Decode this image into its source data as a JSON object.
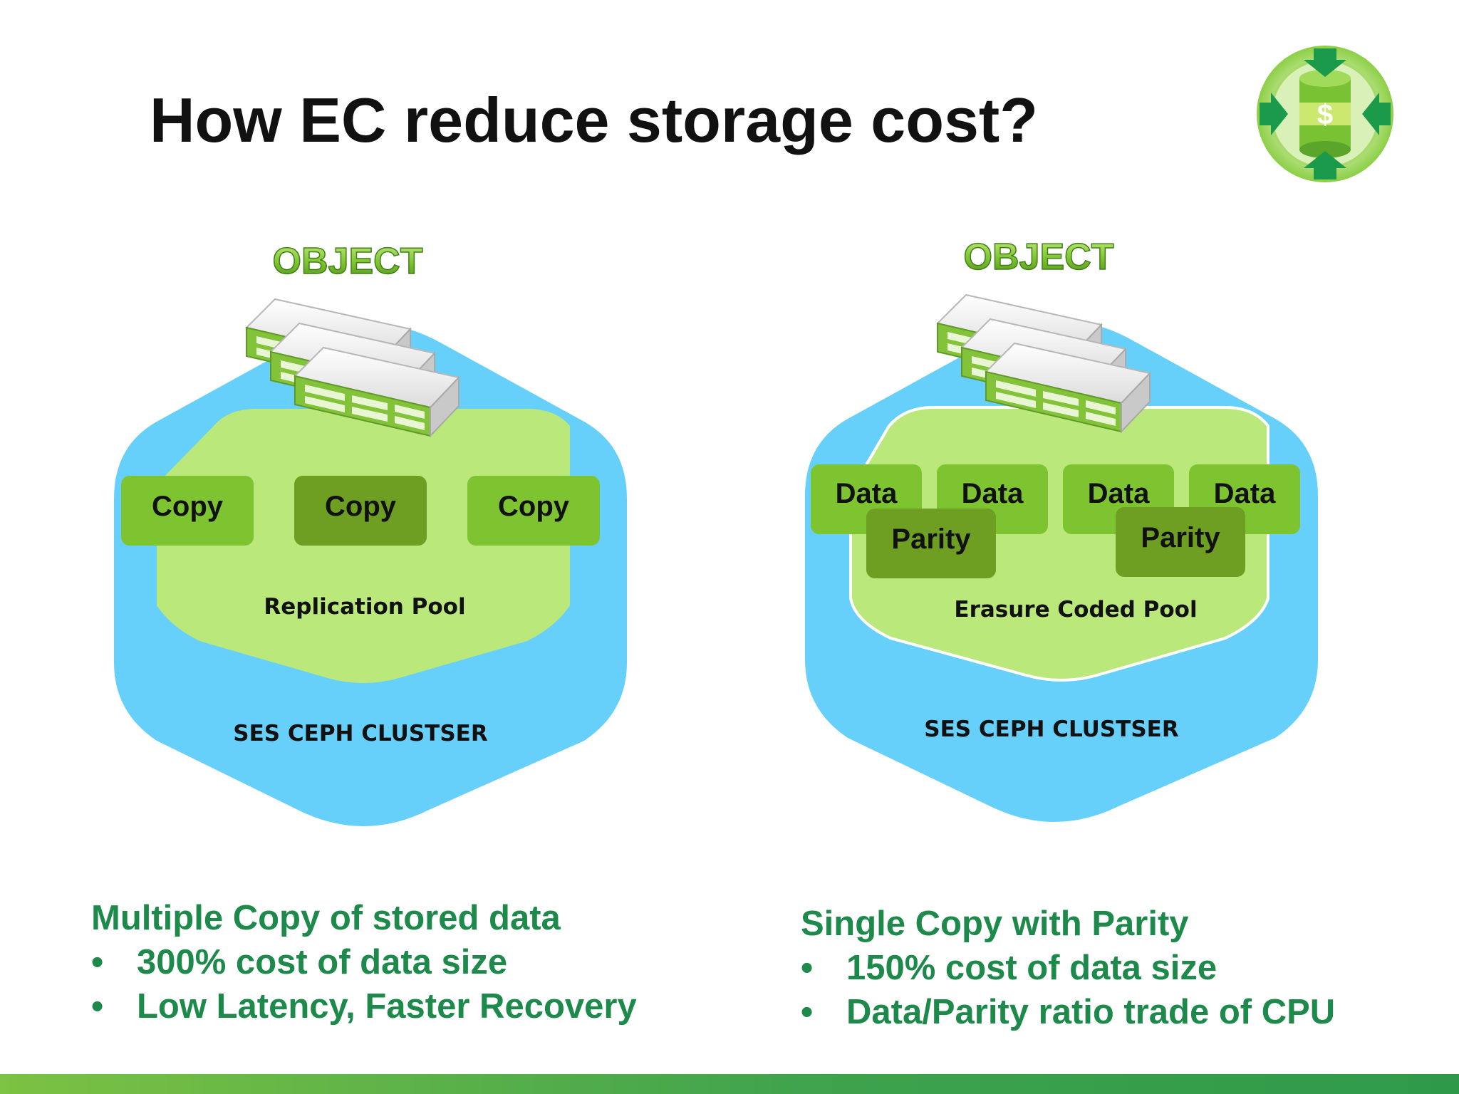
{
  "slide": {
    "title": "How EC reduce storage cost?"
  },
  "colors": {
    "accent_green": "#1d8a4b",
    "cluster_blue": "#66d0fb",
    "pool_green": "#bbe87b",
    "box_light": "#7ec431",
    "box_dark": "#6e9f22"
  },
  "icons": {
    "logo": "storage-cost-reduction-icon",
    "server": "server-stack-icon"
  },
  "left": {
    "object_label": "OBJECT",
    "boxes": [
      "Copy",
      "Copy",
      "Copy"
    ],
    "pool_label": "Replication Pool",
    "cluster_label": "SES CEPH CLUSTSER",
    "heading": "Multiple Copy of stored data",
    "bullets": [
      "300% cost of data size",
      "Low Latency, Faster Recovery"
    ]
  },
  "right": {
    "object_label": "OBJECT",
    "data_boxes": [
      "Data",
      "Data",
      "Data",
      "Data"
    ],
    "parity_boxes": [
      "Parity",
      "Parity"
    ],
    "pool_label": "Erasure Coded Pool",
    "cluster_label": "SES CEPH CLUSTSER",
    "heading": "Single Copy with Parity",
    "bullets": [
      "150% cost of data size",
      "Data/Parity ratio trade of CPU"
    ]
  }
}
